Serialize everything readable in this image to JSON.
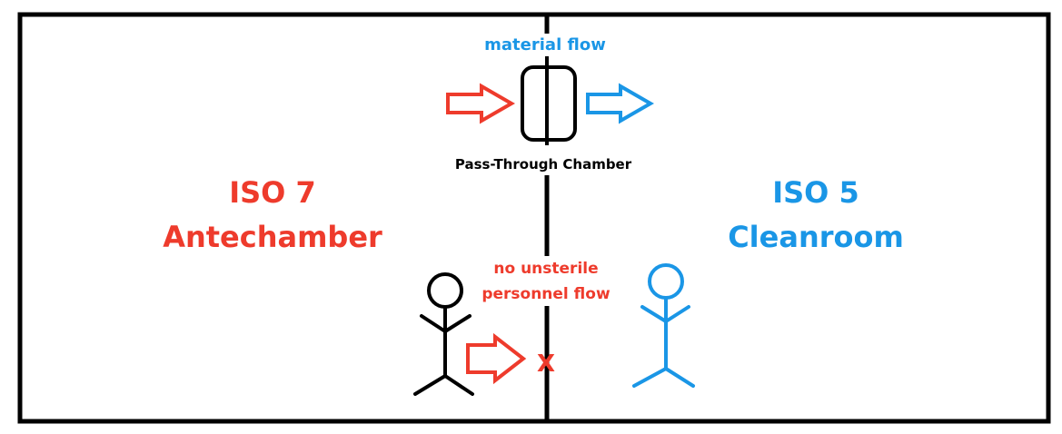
{
  "rooms": {
    "left": {
      "line1": "ISO 7",
      "line2": "Antechamber"
    },
    "right": {
      "line1": "ISO 5",
      "line2": "Cleanroom"
    }
  },
  "labels": {
    "material_flow": "material flow",
    "pass_through": "Pass-Through Chamber",
    "no_flow_line1": "no unsterile",
    "no_flow_line2": "personnel flow",
    "blocked_mark": "X"
  },
  "colors": {
    "red": "#ee3b2c",
    "blue": "#1a96e6",
    "black": "#000000"
  }
}
